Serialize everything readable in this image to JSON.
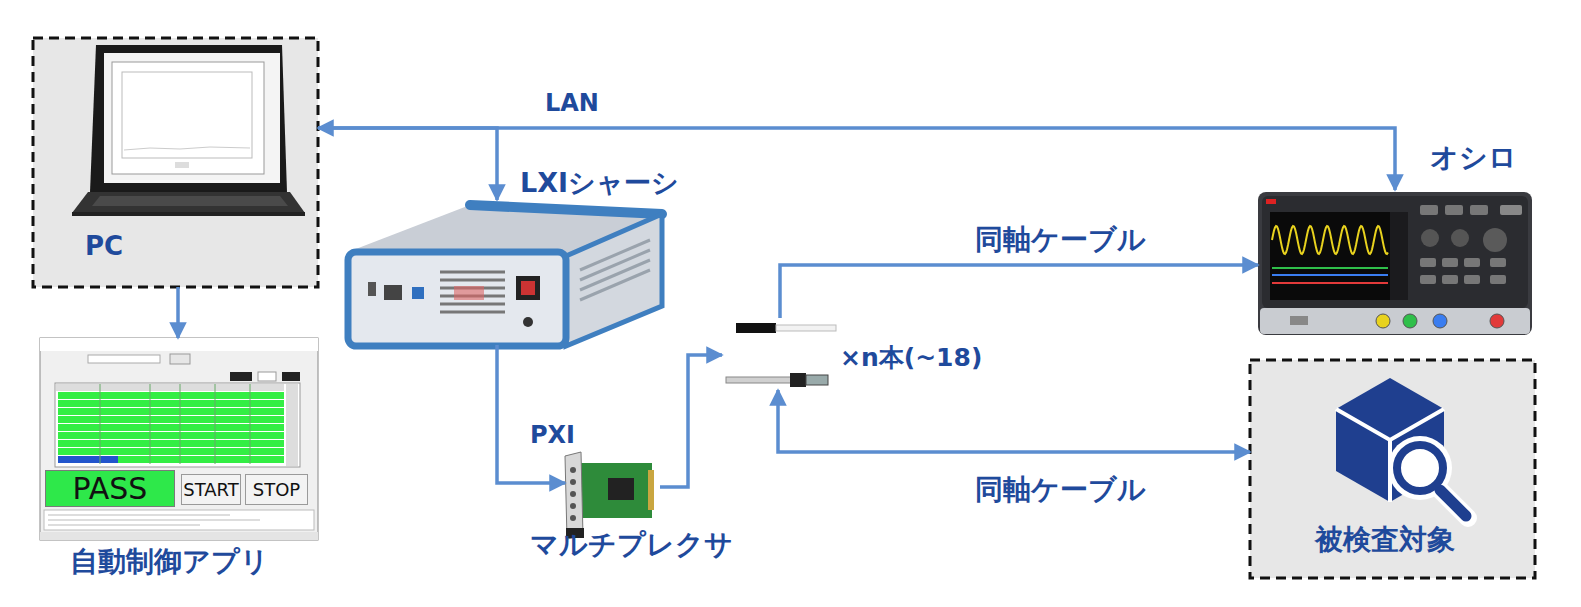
{
  "diagram": {
    "nodes": [
      {
        "text": [
          "PC"
        ]
      },
      {
        "text": [
          "LXIシャーシ"
        ]
      },
      {
        "text": [
          "オシロ"
        ]
      },
      {
        "text": [
          "×n本(~18)"
        ]
      },
      {
        "text": [
          "PXI",
          "マルチプレクサ"
        ]
      },
      {
        "text": [
          "被検査対象"
        ]
      },
      {
        "text": [
          "自動制御アプリ"
        ]
      },
      {
        "text": [
          "PASS"
        ],
        "in": 6
      },
      {
        "text": [
          "START"
        ],
        "in": 6
      },
      {
        "text": [
          "STOP"
        ],
        "in": 6
      }
    ],
    "edges": [
      {
        "from": 0,
        "to": 1,
        "arrow": "to"
      },
      {
        "from": 0,
        "to": 2,
        "label": "LAN",
        "arrow": "both"
      },
      {
        "from": 0,
        "to": 6,
        "arrow": "to"
      },
      {
        "from": 1,
        "to": 4,
        "arrow": "to"
      },
      {
        "from": 4,
        "to": 3,
        "arrow": "to"
      },
      {
        "from": 3,
        "to": 2,
        "label": "同軸ケーブル",
        "arrow": "to"
      },
      {
        "from": 5,
        "to": 3,
        "label": "同軸ケーブル",
        "arrow": "both"
      }
    ]
  }
}
